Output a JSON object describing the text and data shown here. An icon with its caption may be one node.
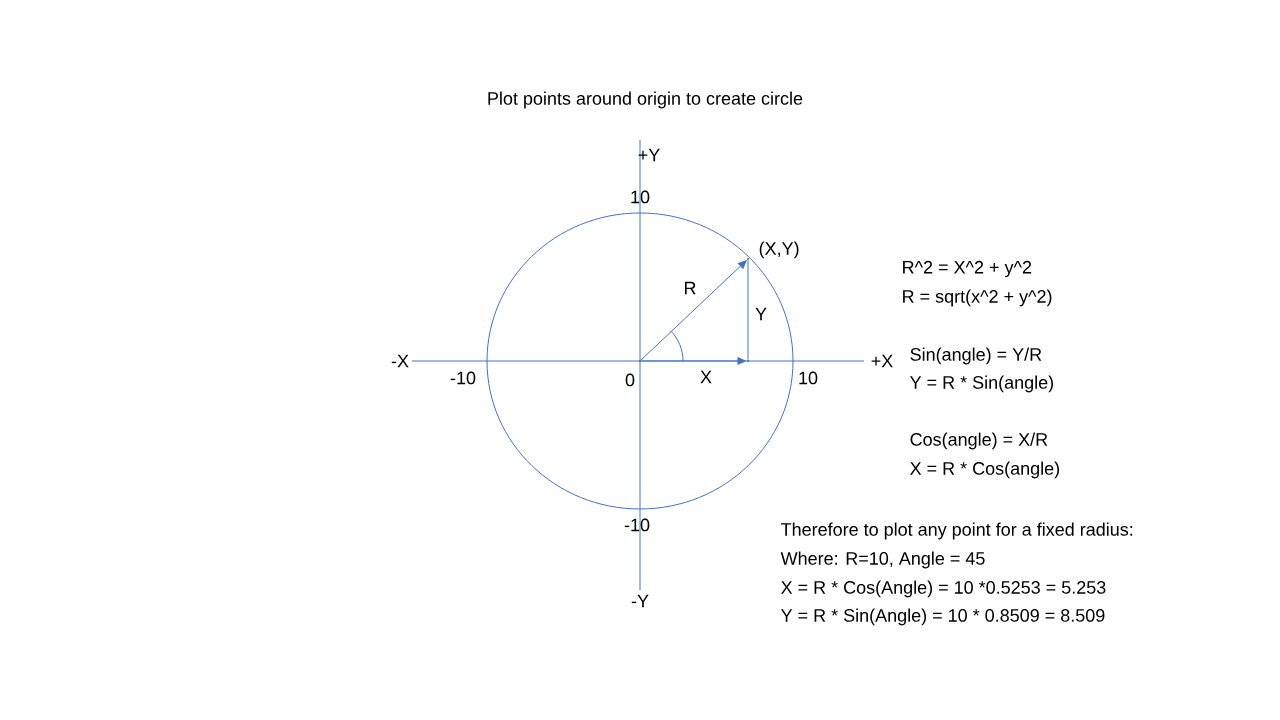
{
  "diagram": {
    "title": "Plot points around origin to create circle",
    "nodes": [
      {
        "text": [],
        "shape": "point"
      },
      {
        "text": [],
        "shape": "point",
        "beside": [
          "(X,Y)"
        ]
      },
      {
        "text": [],
        "shape": "point"
      }
    ],
    "edges": [
      {
        "from": 0,
        "to": 1,
        "arrow": "to",
        "label": "R"
      },
      {
        "from": 0,
        "to": 2,
        "arrow": "to",
        "label": "X"
      },
      {
        "from": 2,
        "to": 1,
        "arrow": "none",
        "label": "Y"
      }
    ],
    "labels": [
      "+Y",
      "10",
      "-X",
      "-10",
      "0",
      "+X",
      "10",
      "-10",
      "-Y",
      "R^2 = X^2 + y^2",
      "R = sqrt(x^2 + y^2)",
      "Sin(angle) = Y/R",
      "Y = R * Sin(angle)",
      "Cos(angle) = X/R",
      "X = R * Cos(angle)",
      "Therefore to plot any point for a fixed radius:",
      "Where: R=10, Angle = 45",
      "X = R * Cos(Angle) = 10 *0.5253 = 5.253",
      "Y = R * Sin(Angle) = 10 * 0.8509 = 8.509"
    ]
  }
}
